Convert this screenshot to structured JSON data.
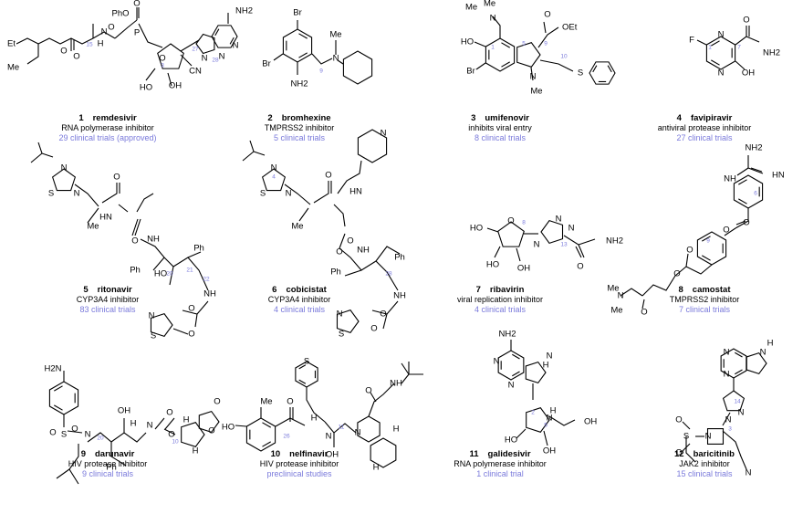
{
  "compounds": [
    {
      "number": "1",
      "name": "remdesivir",
      "target": "RNA polymerase inhibitor",
      "trials": "29 clinical trials (approved)",
      "atom_labels": [
        "PhO",
        "O",
        "P",
        "H",
        "N",
        "O",
        "O",
        "O",
        "O",
        "HO",
        "OH",
        "CN",
        "N",
        "N",
        "N",
        "NH2",
        "Et",
        "Me"
      ],
      "locants": [
        "15",
        "3",
        "27",
        "28"
      ]
    },
    {
      "number": "2",
      "name": "bromhexine",
      "target": "TMPRSS2 inhibitor",
      "trials": "5 clinical trials",
      "atom_labels": [
        "Br",
        "Br",
        "NH2",
        "N",
        "Me"
      ],
      "locants": [
        "9"
      ]
    },
    {
      "number": "3",
      "name": "umifenovir",
      "target": "inhibits viral entry",
      "trials": "8 clinical trials",
      "atom_labels": [
        "Me",
        "N",
        "Me",
        "HO",
        "Br",
        "N",
        "Me",
        "O",
        "OEt",
        "S"
      ],
      "locants": [
        "1",
        "5",
        "9",
        "10"
      ]
    },
    {
      "number": "4",
      "name": "favipiravir",
      "target": "antiviral protease inhibitor",
      "trials": "27 clinical trials",
      "atom_labels": [
        "F",
        "N",
        "N",
        "OH",
        "O",
        "NH2"
      ],
      "locants": [
        "1",
        "7"
      ]
    },
    {
      "number": "5",
      "name": "ritonavir",
      "target": "CYP3A4 inhibitor",
      "trials": "83 clinical trials",
      "atom_labels": [
        "N",
        "S",
        "N",
        "Me",
        "O",
        "HN",
        "O",
        "NH",
        "Ph",
        "HO",
        "Ph",
        "NH",
        "O",
        "O",
        "N",
        "S"
      ],
      "locants": [
        "20",
        "21",
        "22"
      ]
    },
    {
      "number": "6",
      "name": "cobicistat",
      "target": "CYP3A4 inhibitor",
      "trials": "4 clinical trials",
      "atom_labels": [
        "N",
        "S",
        "N",
        "Me",
        "O",
        "HN",
        "N",
        "O",
        "O",
        "NH",
        "Ph",
        "Ph",
        "NH",
        "O",
        "O",
        "N",
        "S"
      ],
      "locants": [
        "4",
        "28"
      ]
    },
    {
      "number": "7",
      "name": "ribavirin",
      "target": "viral replication inhibitor",
      "trials": "4 clinical trials",
      "atom_labels": [
        "HO",
        "O",
        "HO",
        "OH",
        "N",
        "N",
        "N",
        "O",
        "NH2"
      ],
      "locants": [
        "8",
        "13"
      ]
    },
    {
      "number": "8",
      "name": "camostat",
      "target": "TMPRSS2 inhibitor",
      "trials": "7 clinical trials",
      "atom_labels": [
        "NH2",
        "HN",
        "NH",
        "O",
        "O",
        "O",
        "O",
        "Me",
        "N",
        "Me",
        "O"
      ],
      "locants": [
        "6",
        "9"
      ]
    },
    {
      "number": "9",
      "name": "darunavir",
      "target": "HIV protease inhibitor",
      "trials": "9 clinical trials",
      "atom_labels": [
        "H2N",
        "O",
        "S",
        "O",
        "N",
        "OH",
        "H",
        "N",
        "O",
        "O",
        "Ph",
        "H",
        "O",
        "O",
        "H"
      ],
      "locants": [
        "20",
        "10"
      ]
    },
    {
      "number": "10",
      "name": "nelfinavir",
      "target": "HIV protease inhibitor",
      "trials": "preclinical studies",
      "atom_labels": [
        "S",
        "HO",
        "Me",
        "O",
        "H",
        "N",
        "OH",
        "N",
        "O",
        "NH",
        "H",
        "H"
      ],
      "locants": [
        "26",
        "11"
      ]
    },
    {
      "number": "11",
      "name": "galidesivir",
      "target": "RNA polymerase inhibitor",
      "trials": "1 clinical trial",
      "atom_labels": [
        "NH2",
        "N",
        "N",
        "H",
        "N",
        "HO",
        "OH",
        "H",
        "N",
        "OH"
      ],
      "locants": [
        "2",
        "5"
      ]
    },
    {
      "number": "12",
      "name": "baricitinib",
      "target": "JAK2 inhibitor",
      "trials": "15 clinical trials",
      "atom_labels": [
        "H",
        "N",
        "N",
        "N",
        "N",
        "N",
        "O",
        "S",
        "O",
        "N",
        "N"
      ],
      "locants": [
        "14",
        "3"
      ]
    }
  ]
}
